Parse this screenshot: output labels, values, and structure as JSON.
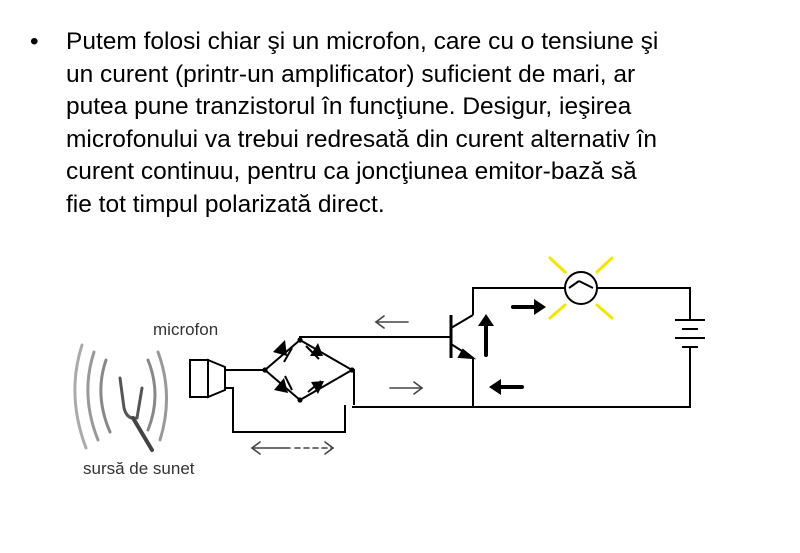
{
  "slide": {
    "bullet_symbol": "•",
    "bullet_lines": [
      "Putem folosi chiar şi un microfon, care cu o tensiune şi",
      "un curent (printr-un amplificator) suficient de mari, ar",
      "putea pune tranzistorul în funcţiune. Desigur, ieşirea",
      "microfonului va trebui redresată din curent alternativ în",
      "curent continuu, pentru ca joncţiunea emitor-bază să",
      "fie tot timpul polarizată direct."
    ]
  },
  "diagram": {
    "label_microphone": "microfon",
    "label_sound_source": "sursă de sunet",
    "colors": {
      "wire": "#000000",
      "text": "#333333",
      "glow": "#f2e600",
      "arrow_outline": "#444444"
    }
  }
}
